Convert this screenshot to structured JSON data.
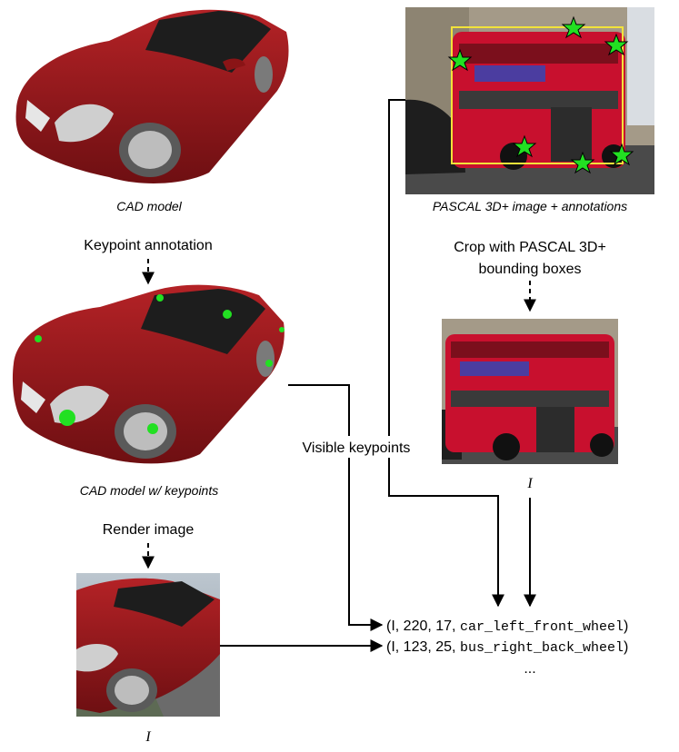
{
  "captions": {
    "cad_model": "CAD model",
    "cad_model_kp": "CAD model w/ keypoints",
    "pascal_image": "PASCAL 3D+ image + annotations",
    "crop_symbol": "I",
    "render_symbol": "I"
  },
  "labels": {
    "keypoint_annotation": "Keypoint annotation",
    "render_image": "Render image",
    "crop_line1": "Crop with PASCAL 3D+",
    "crop_line2": "bounding boxes",
    "visible_keypoints": "Visible keypoints"
  },
  "tuples": [
    {
      "prefix": "(I, 220, 17, ",
      "name": "car_left_front_wheel",
      "suffix": ")"
    },
    {
      "prefix": "(I, 123, 25, ",
      "name": "bus_right_back_wheel",
      "suffix": ")"
    }
  ],
  "ellipsis": "...",
  "colors": {
    "car_red": "#9a1a1c",
    "bus_red": "#c8102e",
    "keypoint_green": "#22e022",
    "bbox_yellow": "#f2e23a"
  }
}
